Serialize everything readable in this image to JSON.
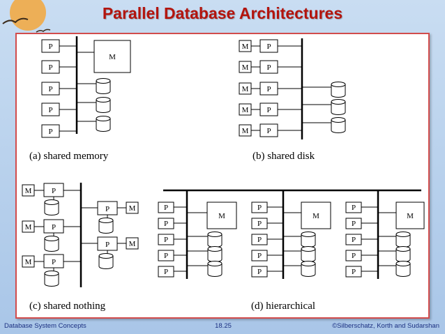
{
  "slide": {
    "title": "Parallel Database Architectures",
    "footer_left": "Database System Concepts",
    "footer_center": "18.25",
    "footer_right": "©Silberschatz, Korth and Sudarshan"
  },
  "diagram": {
    "processor_label": "P",
    "memory_label": "M",
    "captions": {
      "shared_memory": "(a) shared memory",
      "shared_disk": "(b) shared disk",
      "shared_nothing": "(c) shared nothing",
      "hierarchical": "(d) hierarchical"
    }
  },
  "colors": {
    "title": "#b3140d",
    "frame_border": "#d24c4c",
    "footer_text": "#1b2f80",
    "background": "#b7d0ec"
  }
}
